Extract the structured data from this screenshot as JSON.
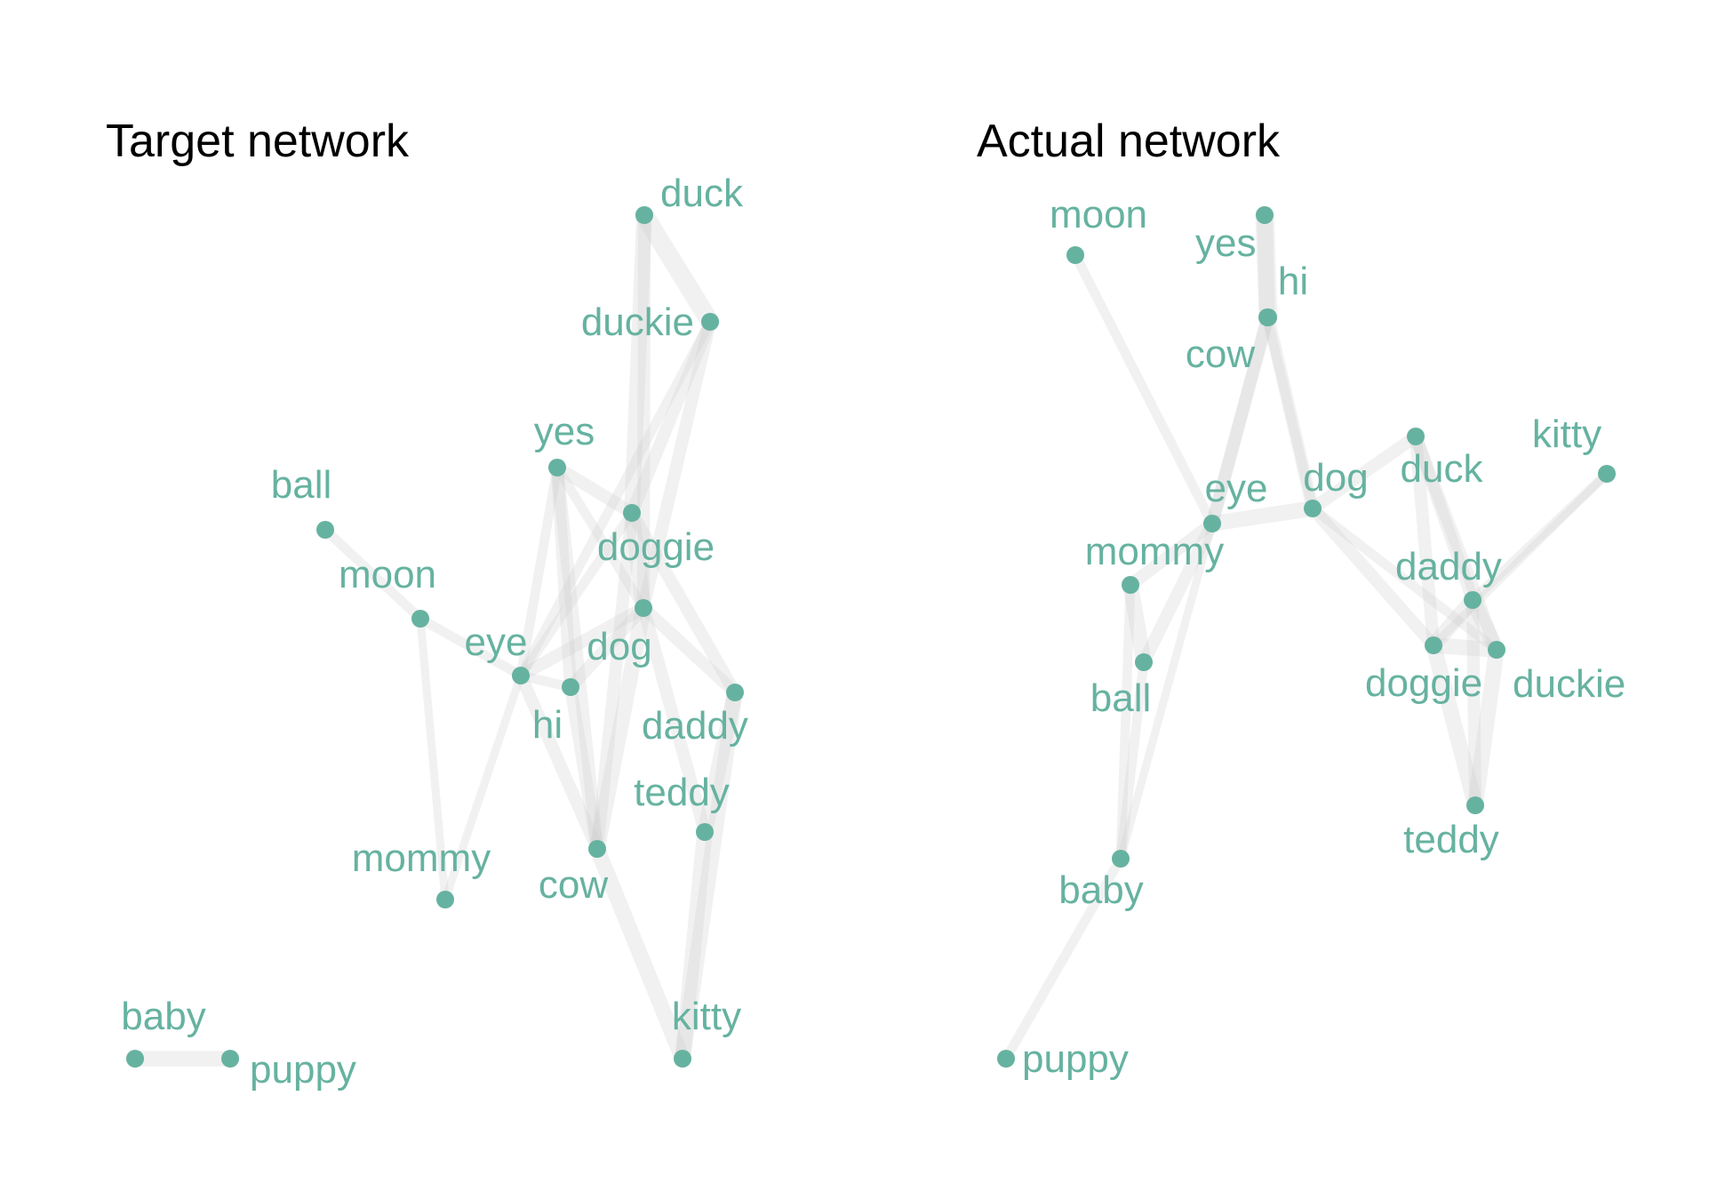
{
  "colors": {
    "node": "#66b2a0",
    "edge": "#cccccc",
    "title": "#000000",
    "background": "#ffffff"
  },
  "panels": [
    {
      "title": "Target network",
      "nodes": [
        {
          "label": "duck"
        },
        {
          "label": "duckie"
        },
        {
          "label": "yes"
        },
        {
          "label": "ball"
        },
        {
          "label": "doggie"
        },
        {
          "label": "moon"
        },
        {
          "label": "dog"
        },
        {
          "label": "eye"
        },
        {
          "label": "hi"
        },
        {
          "label": "daddy"
        },
        {
          "label": "teddy"
        },
        {
          "label": "cow"
        },
        {
          "label": "mommy"
        },
        {
          "label": "kitty"
        },
        {
          "label": "baby"
        },
        {
          "label": "puppy"
        }
      ],
      "edges": [
        {
          "source": "baby",
          "target": "puppy",
          "weight": 4
        },
        {
          "source": "ball",
          "target": "moon",
          "weight": 2
        },
        {
          "source": "moon",
          "target": "eye",
          "weight": 2
        },
        {
          "source": "moon",
          "target": "mommy",
          "weight": 1.5
        },
        {
          "source": "mommy",
          "target": "eye",
          "weight": 1.5
        },
        {
          "source": "duck",
          "target": "duckie",
          "weight": 5
        },
        {
          "source": "duck",
          "target": "doggie",
          "weight": 4
        },
        {
          "source": "duck",
          "target": "dog",
          "weight": 3
        },
        {
          "source": "duckie",
          "target": "doggie",
          "weight": 3
        },
        {
          "source": "duckie",
          "target": "dog",
          "weight": 3
        },
        {
          "source": "duckie",
          "target": "eye",
          "weight": 2
        },
        {
          "source": "yes",
          "target": "doggie",
          "weight": 3
        },
        {
          "source": "yes",
          "target": "dog",
          "weight": 2
        },
        {
          "source": "yes",
          "target": "eye",
          "weight": 2
        },
        {
          "source": "yes",
          "target": "hi",
          "weight": 3
        },
        {
          "source": "yes",
          "target": "cow",
          "weight": 3
        },
        {
          "source": "doggie",
          "target": "dog",
          "weight": 4
        },
        {
          "source": "doggie",
          "target": "eye",
          "weight": 2
        },
        {
          "source": "doggie",
          "target": "daddy",
          "weight": 3
        },
        {
          "source": "doggie",
          "target": "cow",
          "weight": 3
        },
        {
          "source": "dog",
          "target": "eye",
          "weight": 3
        },
        {
          "source": "dog",
          "target": "hi",
          "weight": 3
        },
        {
          "source": "dog",
          "target": "cow",
          "weight": 4
        },
        {
          "source": "dog",
          "target": "teddy",
          "weight": 3
        },
        {
          "source": "dog",
          "target": "daddy",
          "weight": 3
        },
        {
          "source": "eye",
          "target": "hi",
          "weight": 2
        },
        {
          "source": "eye",
          "target": "cow",
          "weight": 3
        },
        {
          "source": "hi",
          "target": "cow",
          "weight": 3
        },
        {
          "source": "daddy",
          "target": "teddy",
          "weight": 4
        },
        {
          "source": "daddy",
          "target": "kitty",
          "weight": 4
        },
        {
          "source": "teddy",
          "target": "kitty",
          "weight": 4
        },
        {
          "source": "cow",
          "target": "kitty",
          "weight": 4
        }
      ]
    },
    {
      "title": "Actual network",
      "nodes": [
        {
          "label": "moon"
        },
        {
          "label": "yes"
        },
        {
          "label": "hi"
        },
        {
          "label": "cow"
        },
        {
          "label": "duck"
        },
        {
          "label": "kitty"
        },
        {
          "label": "eye"
        },
        {
          "label": "dog"
        },
        {
          "label": "mommy"
        },
        {
          "label": "daddy"
        },
        {
          "label": "ball"
        },
        {
          "label": "doggie"
        },
        {
          "label": "duckie"
        },
        {
          "label": "teddy"
        },
        {
          "label": "baby"
        },
        {
          "label": "puppy"
        }
      ],
      "edges": [
        {
          "source": "yes",
          "target": "hi",
          "weight": 5
        },
        {
          "source": "yes",
          "target": "cow",
          "weight": 4
        },
        {
          "source": "hi",
          "target": "cow",
          "weight": 4
        },
        {
          "source": "hi",
          "target": "eye",
          "weight": 3
        },
        {
          "source": "hi",
          "target": "dog",
          "weight": 3
        },
        {
          "source": "cow",
          "target": "eye",
          "weight": 3
        },
        {
          "source": "cow",
          "target": "dog",
          "weight": 2
        },
        {
          "source": "moon",
          "target": "eye",
          "weight": 2
        },
        {
          "source": "eye",
          "target": "dog",
          "weight": 4
        },
        {
          "source": "eye",
          "target": "mommy",
          "weight": 3
        },
        {
          "source": "eye",
          "target": "ball",
          "weight": 3
        },
        {
          "source": "eye",
          "target": "baby",
          "weight": 1.5
        },
        {
          "source": "mommy",
          "target": "ball",
          "weight": 4
        },
        {
          "source": "mommy",
          "target": "baby",
          "weight": 2
        },
        {
          "source": "ball",
          "target": "baby",
          "weight": 2
        },
        {
          "source": "baby",
          "target": "puppy",
          "weight": 2
        },
        {
          "source": "dog",
          "target": "duck",
          "weight": 3
        },
        {
          "source": "dog",
          "target": "doggie",
          "weight": 3
        },
        {
          "source": "dog",
          "target": "duckie",
          "weight": 2
        },
        {
          "source": "duck",
          "target": "doggie",
          "weight": 3
        },
        {
          "source": "duck",
          "target": "daddy",
          "weight": 3
        },
        {
          "source": "duck",
          "target": "duckie",
          "weight": 3
        },
        {
          "source": "daddy",
          "target": "doggie",
          "weight": 4
        },
        {
          "source": "daddy",
          "target": "duckie",
          "weight": 4
        },
        {
          "source": "daddy",
          "target": "teddy",
          "weight": 3
        },
        {
          "source": "doggie",
          "target": "duckie",
          "weight": 4
        },
        {
          "source": "doggie",
          "target": "teddy",
          "weight": 4
        },
        {
          "source": "duckie",
          "target": "teddy",
          "weight": 4
        },
        {
          "source": "kitty",
          "target": "daddy",
          "weight": 2
        },
        {
          "source": "kitty",
          "target": "doggie",
          "weight": 1.5
        }
      ]
    }
  ]
}
